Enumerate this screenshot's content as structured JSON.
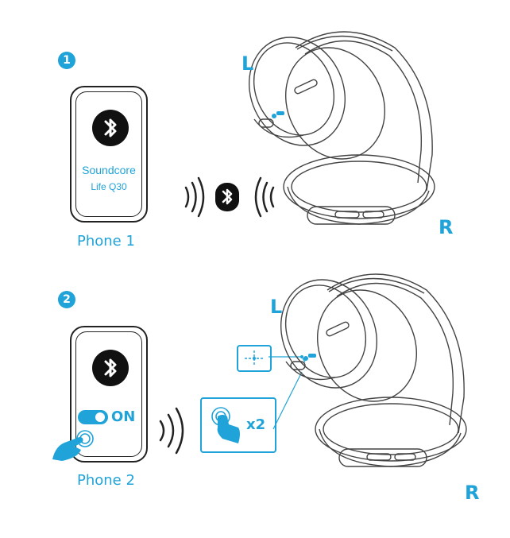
{
  "steps": [
    {
      "number": "1",
      "left_label": "L",
      "right_label": "R",
      "phone_label": "Phone 1",
      "device_name_line1": "Soundcore",
      "device_name_line2": "Life Q30"
    },
    {
      "number": "2",
      "left_label": "L",
      "right_label": "R",
      "phone_label": "Phone 2",
      "toggle_text": "ON",
      "press_count": "x2"
    }
  ],
  "icons": [
    "bluetooth-icon",
    "signal-waves-icon",
    "finger-press-icon",
    "headphones-icon",
    "power-button-icon"
  ],
  "colors": {
    "accent": "#1fa3d8",
    "line": "#333333"
  }
}
